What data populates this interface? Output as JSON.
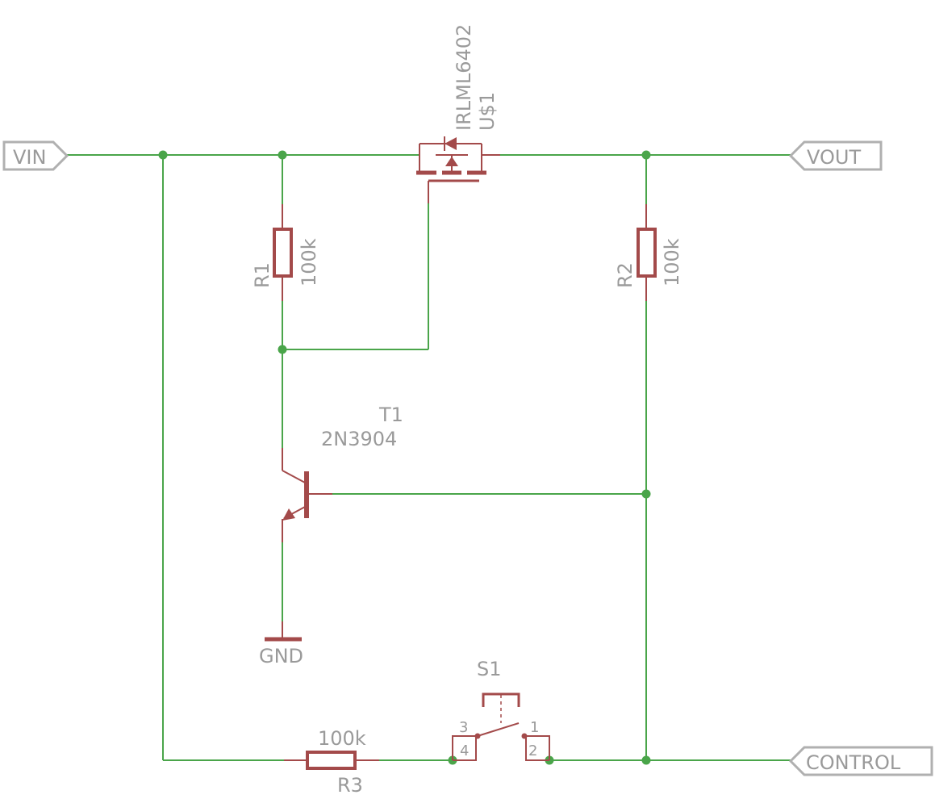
{
  "ports": {
    "vin": "VIN",
    "vout": "VOUT",
    "control": "CONTROL"
  },
  "mosfet": {
    "part": "IRLML6402",
    "name": "U$1"
  },
  "r1": {
    "name": "R1",
    "value": "100k"
  },
  "r2": {
    "name": "R2",
    "value": "100k"
  },
  "r3": {
    "name": "R3",
    "value": "100k"
  },
  "transistor": {
    "name": "T1",
    "part": "2N3904"
  },
  "ground": {
    "label": "GND"
  },
  "switch": {
    "name": "S1",
    "pins": {
      "p1": "1",
      "p2": "2",
      "p3": "3",
      "p4": "4"
    }
  },
  "colors": {
    "wire": "#4aa54a",
    "component": "#a34a4a",
    "label": "#9a9a9a",
    "port_outline": "#b0b0b0"
  }
}
